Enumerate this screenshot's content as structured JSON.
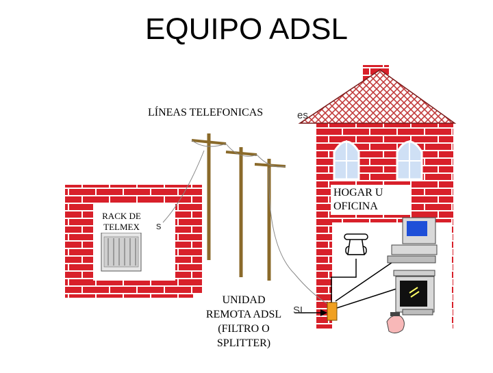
{
  "title": "EQUIPO ADSL",
  "labels": {
    "lineas": "LÍNEAS TELEFONICAS",
    "hogar_line1": "HOGAR U",
    "hogar_line2": "OFICINA",
    "rack_line1": "RACK DE",
    "rack_line2": "TELMEX",
    "unidad_line1": "UNIDAD",
    "unidad_line2": "REMOTA ADSL",
    "unidad_line3": "(FILTRO O",
    "unidad_line4": "SPLITTER)",
    "frag_es": "es",
    "frag_s": "s",
    "frag_sl": "SL"
  },
  "icons": {
    "phone": "telephone-icon",
    "computer": "computer-icon",
    "tv": "television-icon",
    "hand": "hand-icon"
  },
  "colors": {
    "brick": "#d8202a",
    "mortar": "#ffffff",
    "roof": "#c23a3a",
    "pole": "#8a6a2a",
    "splitter": "#f0a020",
    "window": "#cfe0f5"
  }
}
